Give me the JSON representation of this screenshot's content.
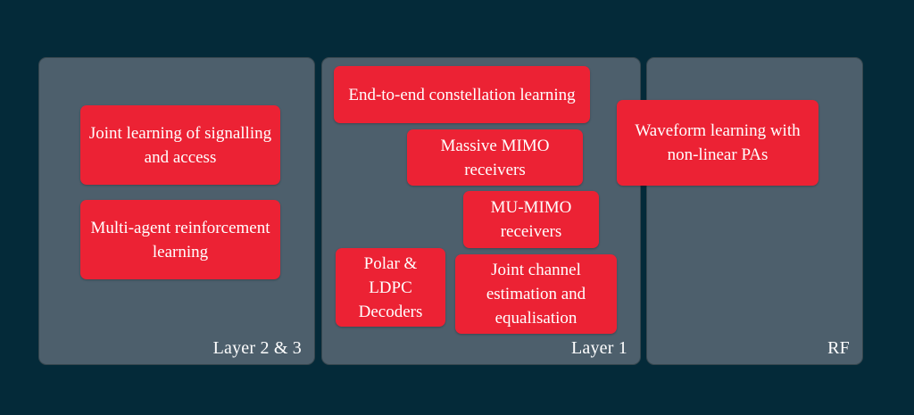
{
  "figure": {
    "background_color": "#042a39",
    "panel_color": "#4d5f6c",
    "panel_border_color": "#37474f",
    "box_color": "#ec2234",
    "text_color": "#ffffff"
  },
  "panels": [
    {
      "id": "layer-2-3",
      "label": "Layer 2 & 3",
      "boxes": [
        {
          "id": "joint-learning-signalling-access",
          "text": "Joint learning of signalling and access"
        },
        {
          "id": "multi-agent-reinforcement-learning",
          "text": "Multi-agent reinforcement learning"
        }
      ]
    },
    {
      "id": "layer-1",
      "label": "Layer 1",
      "boxes": [
        {
          "id": "end-to-end-constellation-learning",
          "text": "End-to-end constellation learning"
        },
        {
          "id": "massive-mimo-receivers",
          "text": "Massive MIMO receivers"
        },
        {
          "id": "mu-mimo-receivers",
          "text": "MU-MIMO receivers"
        },
        {
          "id": "polar-ldpc-decoders",
          "text": "Polar & LDPC Decoders"
        },
        {
          "id": "joint-channel-estimation-equalisation",
          "text": "Joint channel estimation and equalisation"
        }
      ]
    },
    {
      "id": "rf",
      "label": "RF",
      "boxes": [
        {
          "id": "waveform-learning-nonlinear-pas",
          "text": "Waveform learning with non-linear PAs"
        }
      ]
    }
  ]
}
